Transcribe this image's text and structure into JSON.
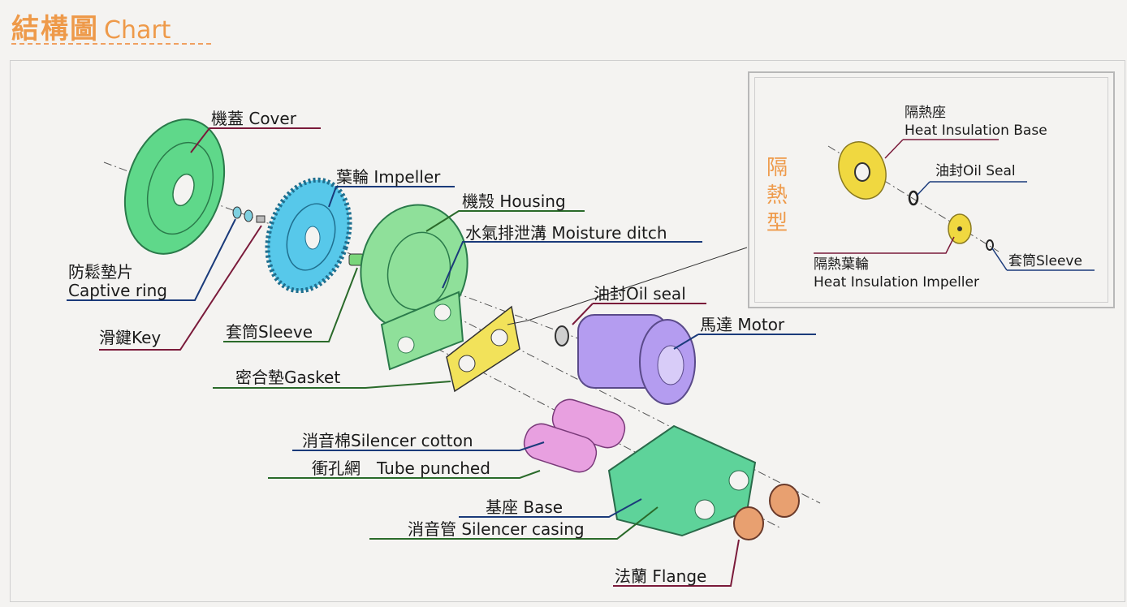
{
  "header": {
    "title_zh": "結構圖",
    "title_en": "Chart"
  },
  "inset": {
    "title_chars": [
      "隔",
      "熱",
      "型"
    ]
  },
  "labels": {
    "cover": "機蓋 Cover",
    "impeller": "葉輪 Impeller",
    "housing": "機殼 Housing",
    "moisture_ditch": "水氣排泄溝 Moisture ditch",
    "captive_ring_zh": "防鬆墊片",
    "captive_ring_en": "Captive ring",
    "key": "滑鍵Key",
    "sleeve": "套筒Sleeve",
    "gasket": "密合墊Gasket",
    "oil_seal": "油封Oil seal",
    "motor": "馬達 Motor",
    "silencer_cotton": "消音棉Silencer cotton",
    "tube_punched": "衝孔網　Tube punched",
    "base": "基座 Base",
    "silencer_casing": "消音管 Silencer casing",
    "flange": "法蘭 Flange",
    "heat_base_zh": "隔熱座",
    "heat_base_en": "Heat Insulation Base",
    "inset_oil_seal": "油封Oil Seal",
    "heat_impeller_zh": "隔熱葉輪",
    "heat_impeller_en": "Heat Insulation Impeller",
    "inset_sleeve": "套筒Sleeve"
  },
  "colors": {
    "accent": "#ee9a4a",
    "cover": "#5fd88a",
    "impeller": "#57c8ea",
    "housing": "#8fe09a",
    "gasket": "#f2e25a",
    "motor": "#b49cf0",
    "silencer": "#e8a0e0",
    "base": "#5ed39a",
    "flange": "#e8a070",
    "heat_part": "#f0d840"
  }
}
